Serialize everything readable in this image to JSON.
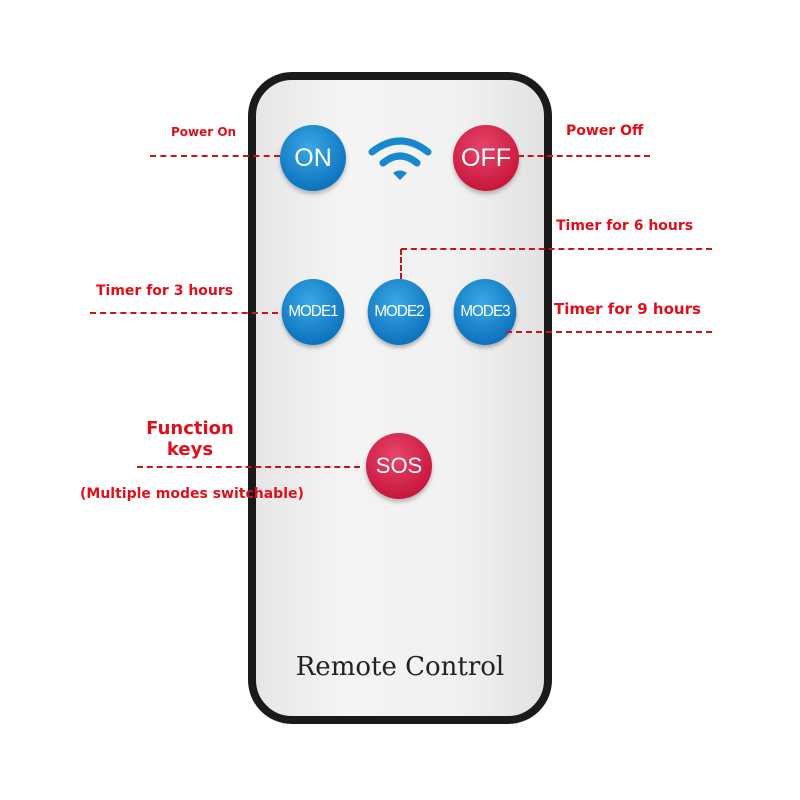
{
  "remote": {
    "title": "Remote Control",
    "buttons": {
      "on": "ON",
      "off": "OFF",
      "mode1": "MODE1",
      "mode2": "MODE2",
      "mode3": "MODE3",
      "sos": "SOS"
    },
    "colors": {
      "blue": "#0c72bd",
      "red": "#c8163c",
      "annotation": "#e0101a"
    }
  },
  "annotations": {
    "power_on": "Power On",
    "power_off": "Power Off",
    "timer_6": "Timer for 6 hours",
    "timer_3": "Timer for 3 hours",
    "timer_9": "Timer for 9 hours",
    "function_keys_1": "Function",
    "function_keys_2": "keys",
    "multiple_modes": "(Multiple modes switchable)"
  }
}
